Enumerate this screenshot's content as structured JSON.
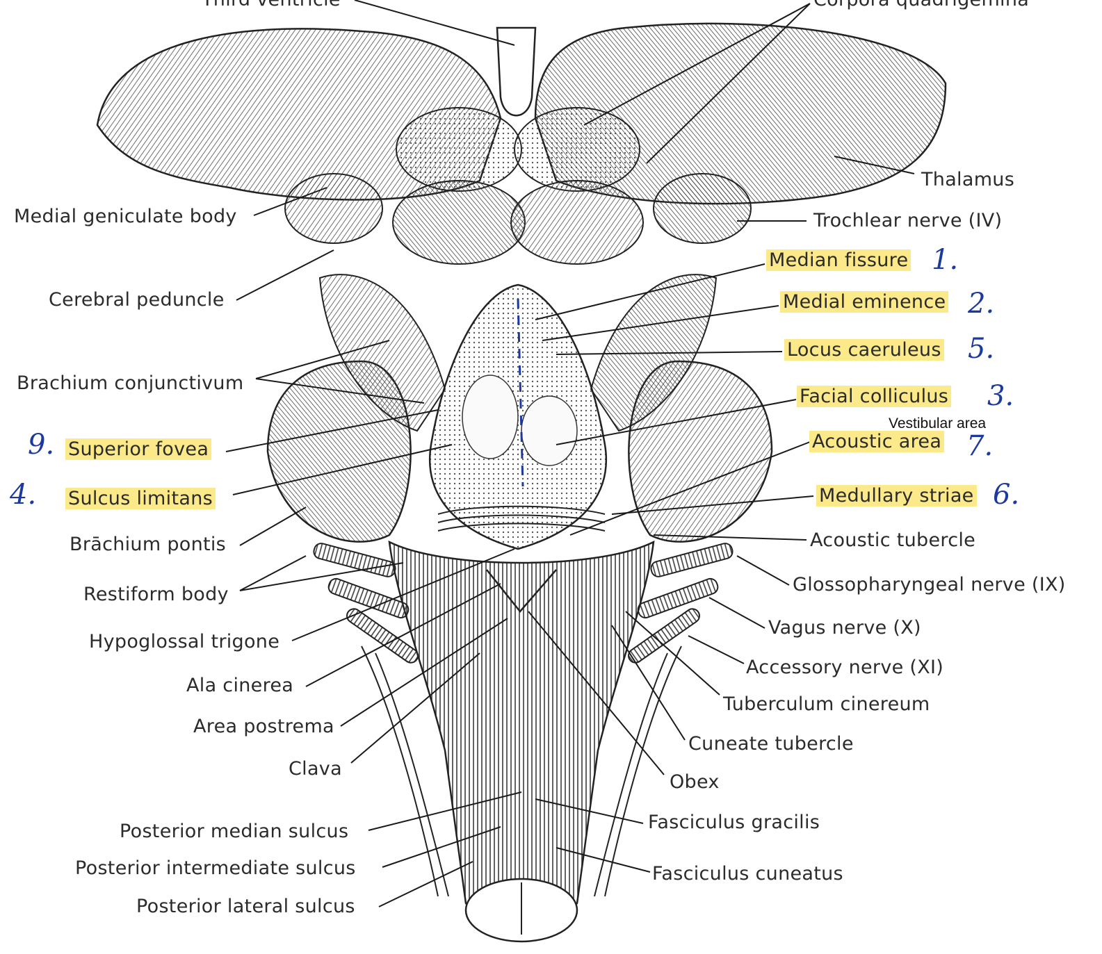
{
  "labels": {
    "third_ventricle": "Third ventricle",
    "corpora_quadrigemina": "Corpora quadrigemina",
    "thalamus": "Thalamus",
    "medial_geniculate_body": "Medial geniculate body",
    "trochlear_nerve": "Trochlear nerve (IV)",
    "median_fissure": "Median fissure",
    "cerebral_peduncle": "Cerebral peduncle",
    "medial_eminence": "Medial eminence",
    "locus_caeruleus": "Locus caeruleus",
    "brachium_conjunctivum": "Brachium conjunctivum",
    "facial_colliculus": "Facial colliculus",
    "vestibular_area": "Vestibular area",
    "acoustic_area": "Acoustic area",
    "superior_fovea": "Superior fovea",
    "sulcus_limitans": "Sulcus limitans",
    "medullary_striae": "Medullary striae",
    "brachium_pontis": "Brāchium pontis",
    "acoustic_tubercle": "Acoustic tubercle",
    "restiform_body": "Restiform body",
    "glossopharyngeal_nerve": "Glossopharyngeal nerve (IX)",
    "hypoglossal_trigone": "Hypoglossal trigone",
    "vagus_nerve": "Vagus nerve (X)",
    "accessory_nerve": "Accessory nerve (XI)",
    "ala_cinerea": "Ala cinerea",
    "tuberculum_cinereum": "Tuberculum cinereum",
    "area_postrema": "Area postrema",
    "cuneate_tubercle": "Cuneate tubercle",
    "clava": "Clava",
    "obex": "Obex",
    "posterior_median_sulcus": "Posterior median sulcus",
    "fasciculus_gracilis": "Fasciculus gracilis",
    "posterior_intermediate_sulcus": "Posterior intermediate sulcus",
    "fasciculus_cuneatus": "Fasciculus cuneatus",
    "posterior_lateral_sulcus": "Posterior lateral sulcus"
  },
  "annotations": {
    "n1": "1.",
    "n2": "2.",
    "n3": "3.",
    "n4": "4.",
    "n5": "5.",
    "n6": "6.",
    "n7": "7.",
    "n9": "9."
  },
  "colors": {
    "highlight": "#fbe98a",
    "handwriting": "#1c3a9e",
    "ink": "#2b2b2b"
  }
}
